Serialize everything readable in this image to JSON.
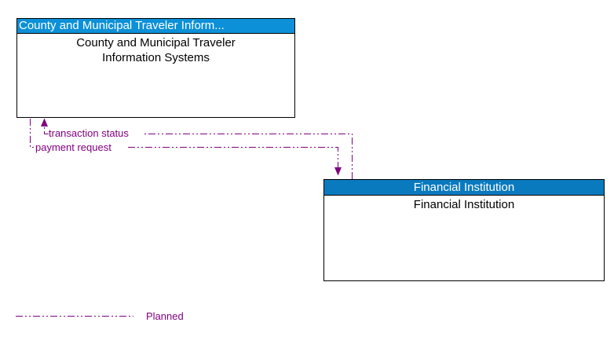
{
  "colors": {
    "line_color": "#800080",
    "county_header_bg": "#0C90D8",
    "fi_header_bg": "#0A7ABF",
    "header_text": "#FFFFFF",
    "body_text": "#000000",
    "border_color": "#000000",
    "canvas_bg": "#FFFFFF"
  },
  "boxes": {
    "county": {
      "header": "County and Municipal Traveler Inform...",
      "body": "County and Municipal Traveler Information Systems"
    },
    "financial": {
      "header": "Financial Institution",
      "body": "Financial Institution"
    }
  },
  "flows": {
    "transaction_status": {
      "label": "transaction status",
      "from": "Financial Institution",
      "to": "County and Municipal Traveler Information Systems",
      "status": "Planned"
    },
    "payment_request": {
      "label": "payment request",
      "from": "County and Municipal Traveler Information Systems",
      "to": "Financial Institution",
      "status": "Planned"
    }
  },
  "legend": {
    "planned_label": "Planned"
  }
}
